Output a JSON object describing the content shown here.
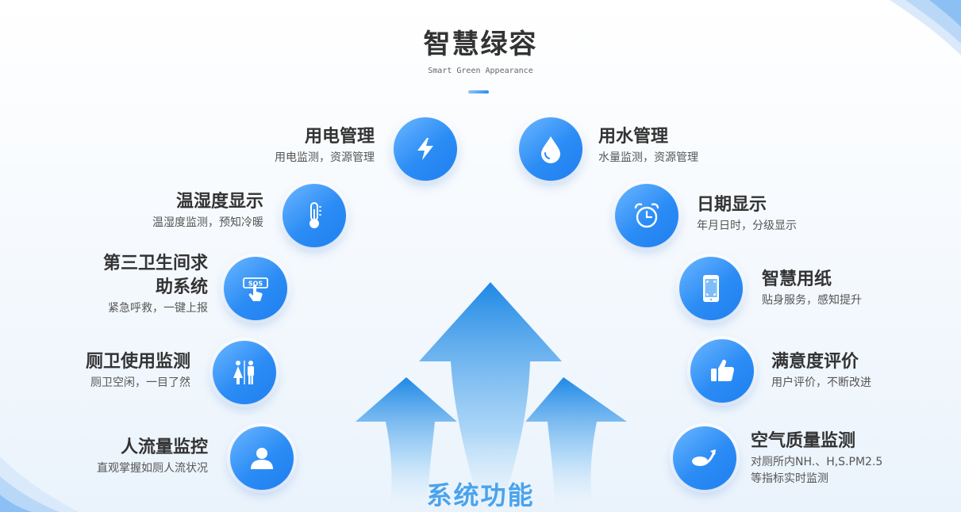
{
  "header": {
    "title": "智慧绿容",
    "subtitle": "Smart Green Appearance"
  },
  "features_left": [
    {
      "name": "用电管理",
      "desc": "用电监测，资源管理",
      "icon": "lightning-icon"
    },
    {
      "name": "温湿度显示",
      "desc": "温湿度监测，预知冷暖",
      "icon": "thermometer-icon"
    },
    {
      "name": "第三卫生间求",
      "name2": "助系统",
      "desc": "紧急呼救，一键上报",
      "icon": "sos-hand-icon"
    },
    {
      "name": "厕卫使用监测",
      "desc": "厕卫空闲，一目了然",
      "icon": "restroom-icon"
    },
    {
      "name": "人流量监控",
      "desc": "直观掌握如厕人流状况",
      "icon": "person-icon"
    }
  ],
  "features_right": [
    {
      "name": "用水管理",
      "desc": "水量监测，资源管理",
      "icon": "water-drop-icon"
    },
    {
      "name": "日期显示",
      "desc": "年月日时，分级显示",
      "icon": "alarm-clock-icon"
    },
    {
      "name": "智慧用纸",
      "desc": "贴身服务，感知提升",
      "icon": "phone-scan-icon"
    },
    {
      "name": "满意度评价",
      "desc": "用户评价，不断改进",
      "icon": "thumbs-up-icon"
    },
    {
      "name": "空气质量监测",
      "desc": "对厕所内NH.、H,S.PM2.5",
      "desc2": "等指标实时监测",
      "icon": "air-flow-icon"
    }
  ],
  "center": {
    "label": "系统功能",
    "icon": "arrows-up-icon"
  },
  "colors": {
    "accent": "#2b8cf5",
    "accent_light": "#6bb6ff",
    "system_text": "#4aa3ec"
  }
}
